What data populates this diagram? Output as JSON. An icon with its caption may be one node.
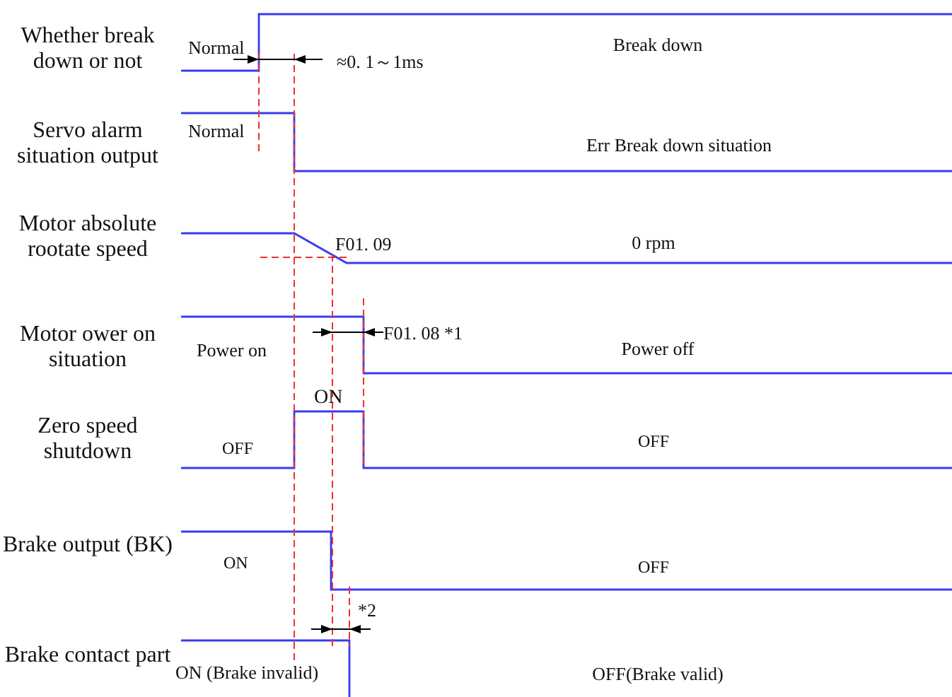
{
  "diagram": {
    "labels": [
      "Whether break down or not",
      "Normal",
      "Break down",
      "≈0. 1～1ms",
      "Servo alarm situation output",
      "Normal",
      "Err Break down situation",
      "Motor absolute rootate speed",
      "F01. 09",
      "0 rpm",
      "Motor ower on situation",
      "F01. 08 *1",
      "Power on",
      "Power off",
      "ON",
      "Zero speed shutdown",
      "OFF",
      "OFF",
      "Brake output (BK)",
      "ON",
      "OFF",
      "*2",
      "Brake contact part",
      "ON (Brake invalid)",
      "OFF(Brake valid)"
    ]
  }
}
